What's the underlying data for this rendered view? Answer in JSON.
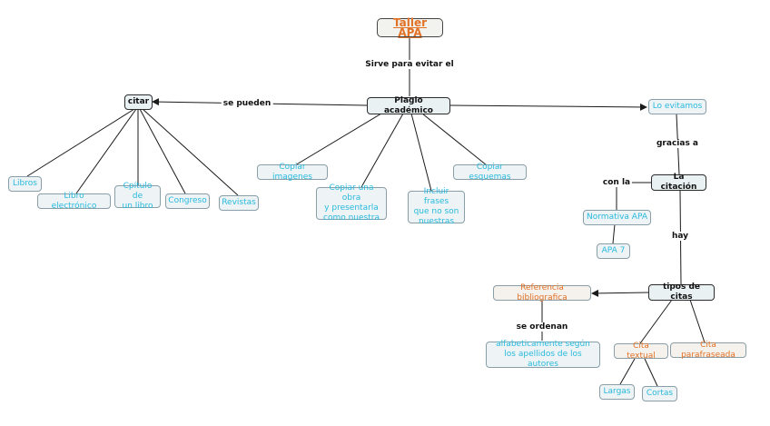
{
  "nodes": {
    "title": "Taller APA",
    "plagio": "Plagio académico",
    "citar": "citar",
    "libros": "Libros",
    "libro_electronico": "Libro electrónico",
    "capitulo": "Cpítulo de\nun libro",
    "congreso": "Congreso",
    "revistas": "Revistas",
    "copiar_imagenes": "Copiar imagenes",
    "copiar_obra": "Copiar una obra\ny presentarla\ncomo nuestra",
    "incluir_frases": "Incluir frases\nque no son\nnuestras",
    "copiar_esquemas": "Copiar esquemas",
    "lo_evitamos": "Lo evitamos",
    "citacion": "La citación",
    "normativa": "Normativa APA",
    "apa7": "APA 7",
    "tipos": "tipos de citas",
    "referencia": "Referencia bibliografica",
    "alfabeticamente": "alfabeticamente según\nlos apellidos de los autores",
    "cita_textual": "Cita textual",
    "cita_parafraseada": "Cita parafraseada",
    "largas": "Largas",
    "cortas": "Cortas"
  },
  "link_labels": {
    "sirve": "Sirve para evitar el",
    "se_pueden": "se pueden",
    "gracias": "gracias a",
    "con_la": "con la",
    "hay": "hay",
    "se_ordenan": "se ordenan"
  },
  "colors": {
    "concept_text": "#28b9dc",
    "highlight_text": "#e27227",
    "line": "#1a1a1a"
  }
}
